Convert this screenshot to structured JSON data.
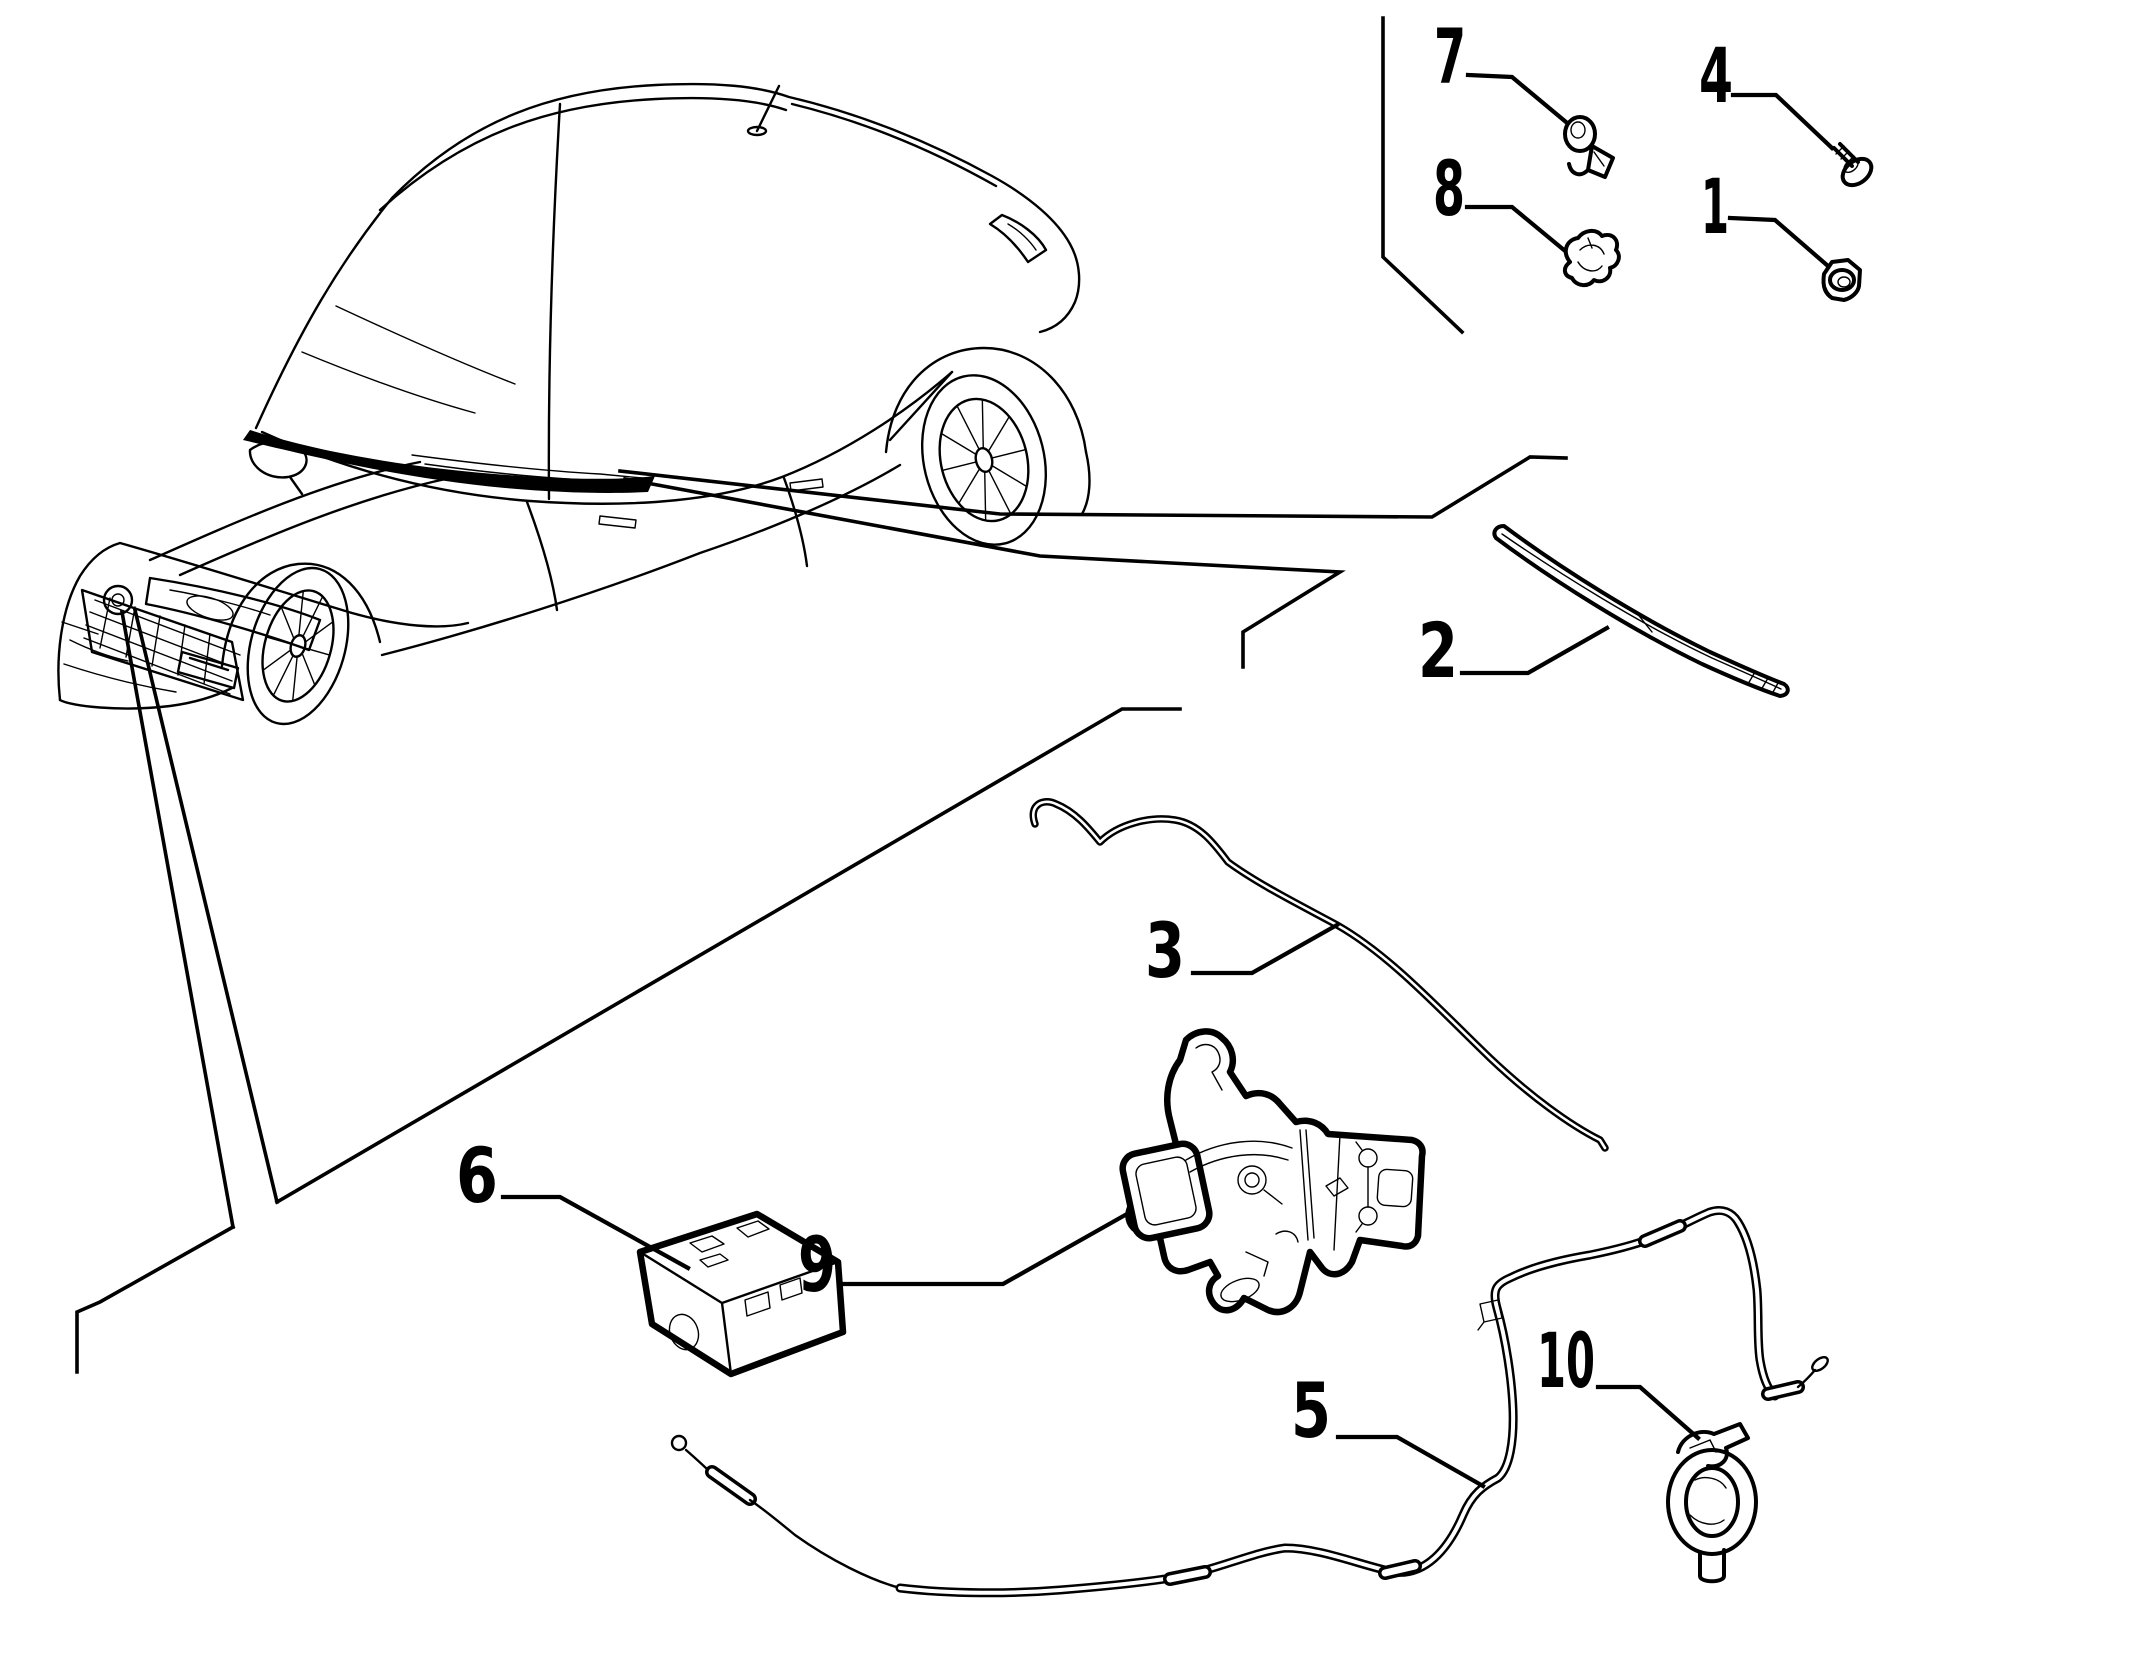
{
  "page": {
    "background": "#ffffff",
    "ink": "#000000"
  },
  "diagram": {
    "type": "exploded-parts-diagram",
    "subject": "hood lock, latch and release cable",
    "vehicle_art": "sedan-front-three-quarter-line-drawing",
    "callouts": [
      {
        "num": "1",
        "part": "hex-nut"
      },
      {
        "num": "2",
        "part": "cowl-trim-strip"
      },
      {
        "num": "3",
        "part": "hood-seal-rod"
      },
      {
        "num": "4",
        "part": "flange-screw"
      },
      {
        "num": "5",
        "part": "release-cable-front-section"
      },
      {
        "num": "6",
        "part": "mounting-bracket"
      },
      {
        "num": "7",
        "part": "retaining-clip"
      },
      {
        "num": "8",
        "part": "cable-clip"
      },
      {
        "num": "9",
        "part": "hood-latch-assembly"
      },
      {
        "num": "10",
        "part": "cable-grommet-retainer"
      }
    ]
  }
}
